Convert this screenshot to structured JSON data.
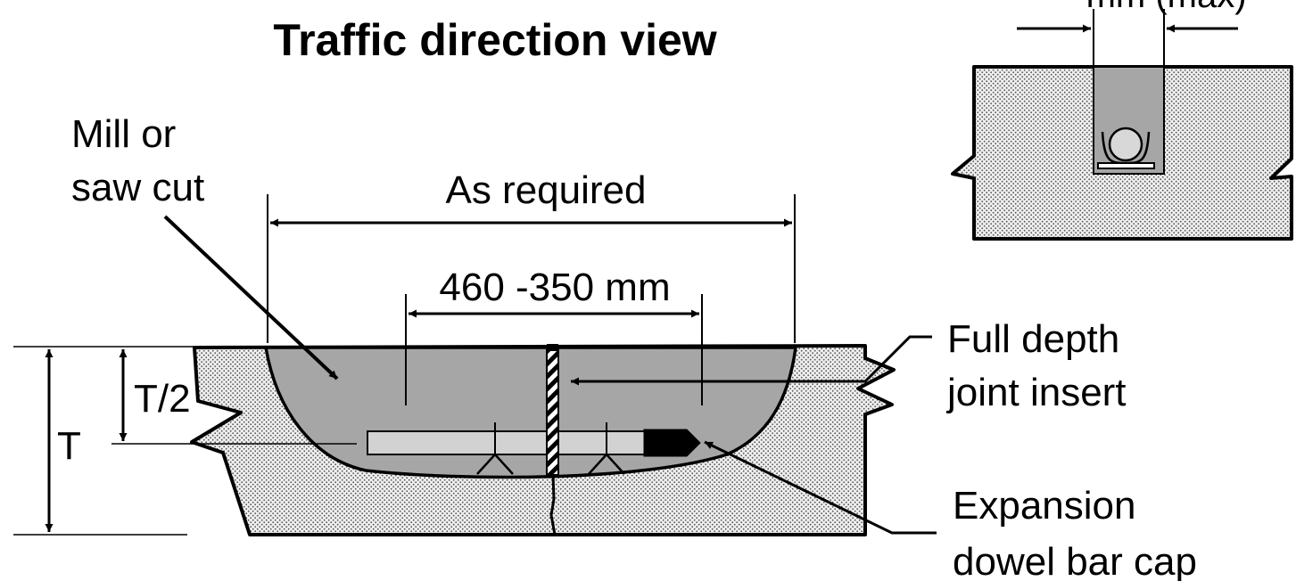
{
  "title": "Traffic direction view",
  "labels": {
    "mill_cut": [
      "Mill or",
      "saw cut"
    ],
    "as_required": "As required",
    "width_range": "460 -350 mm",
    "full_depth": [
      "Full depth",
      "joint insert"
    ],
    "expansion_cap": [
      "Expansion",
      "dowel bar cap"
    ],
    "half_thickness": "T/2",
    "thickness": "T",
    "inset_width": "—— mm (max)"
  },
  "colors": {
    "concrete_fill": "#e6e6e6",
    "patch_fill": "#a6a6a6",
    "dowel_fill": "#d0d0d0",
    "line": "#000000"
  }
}
